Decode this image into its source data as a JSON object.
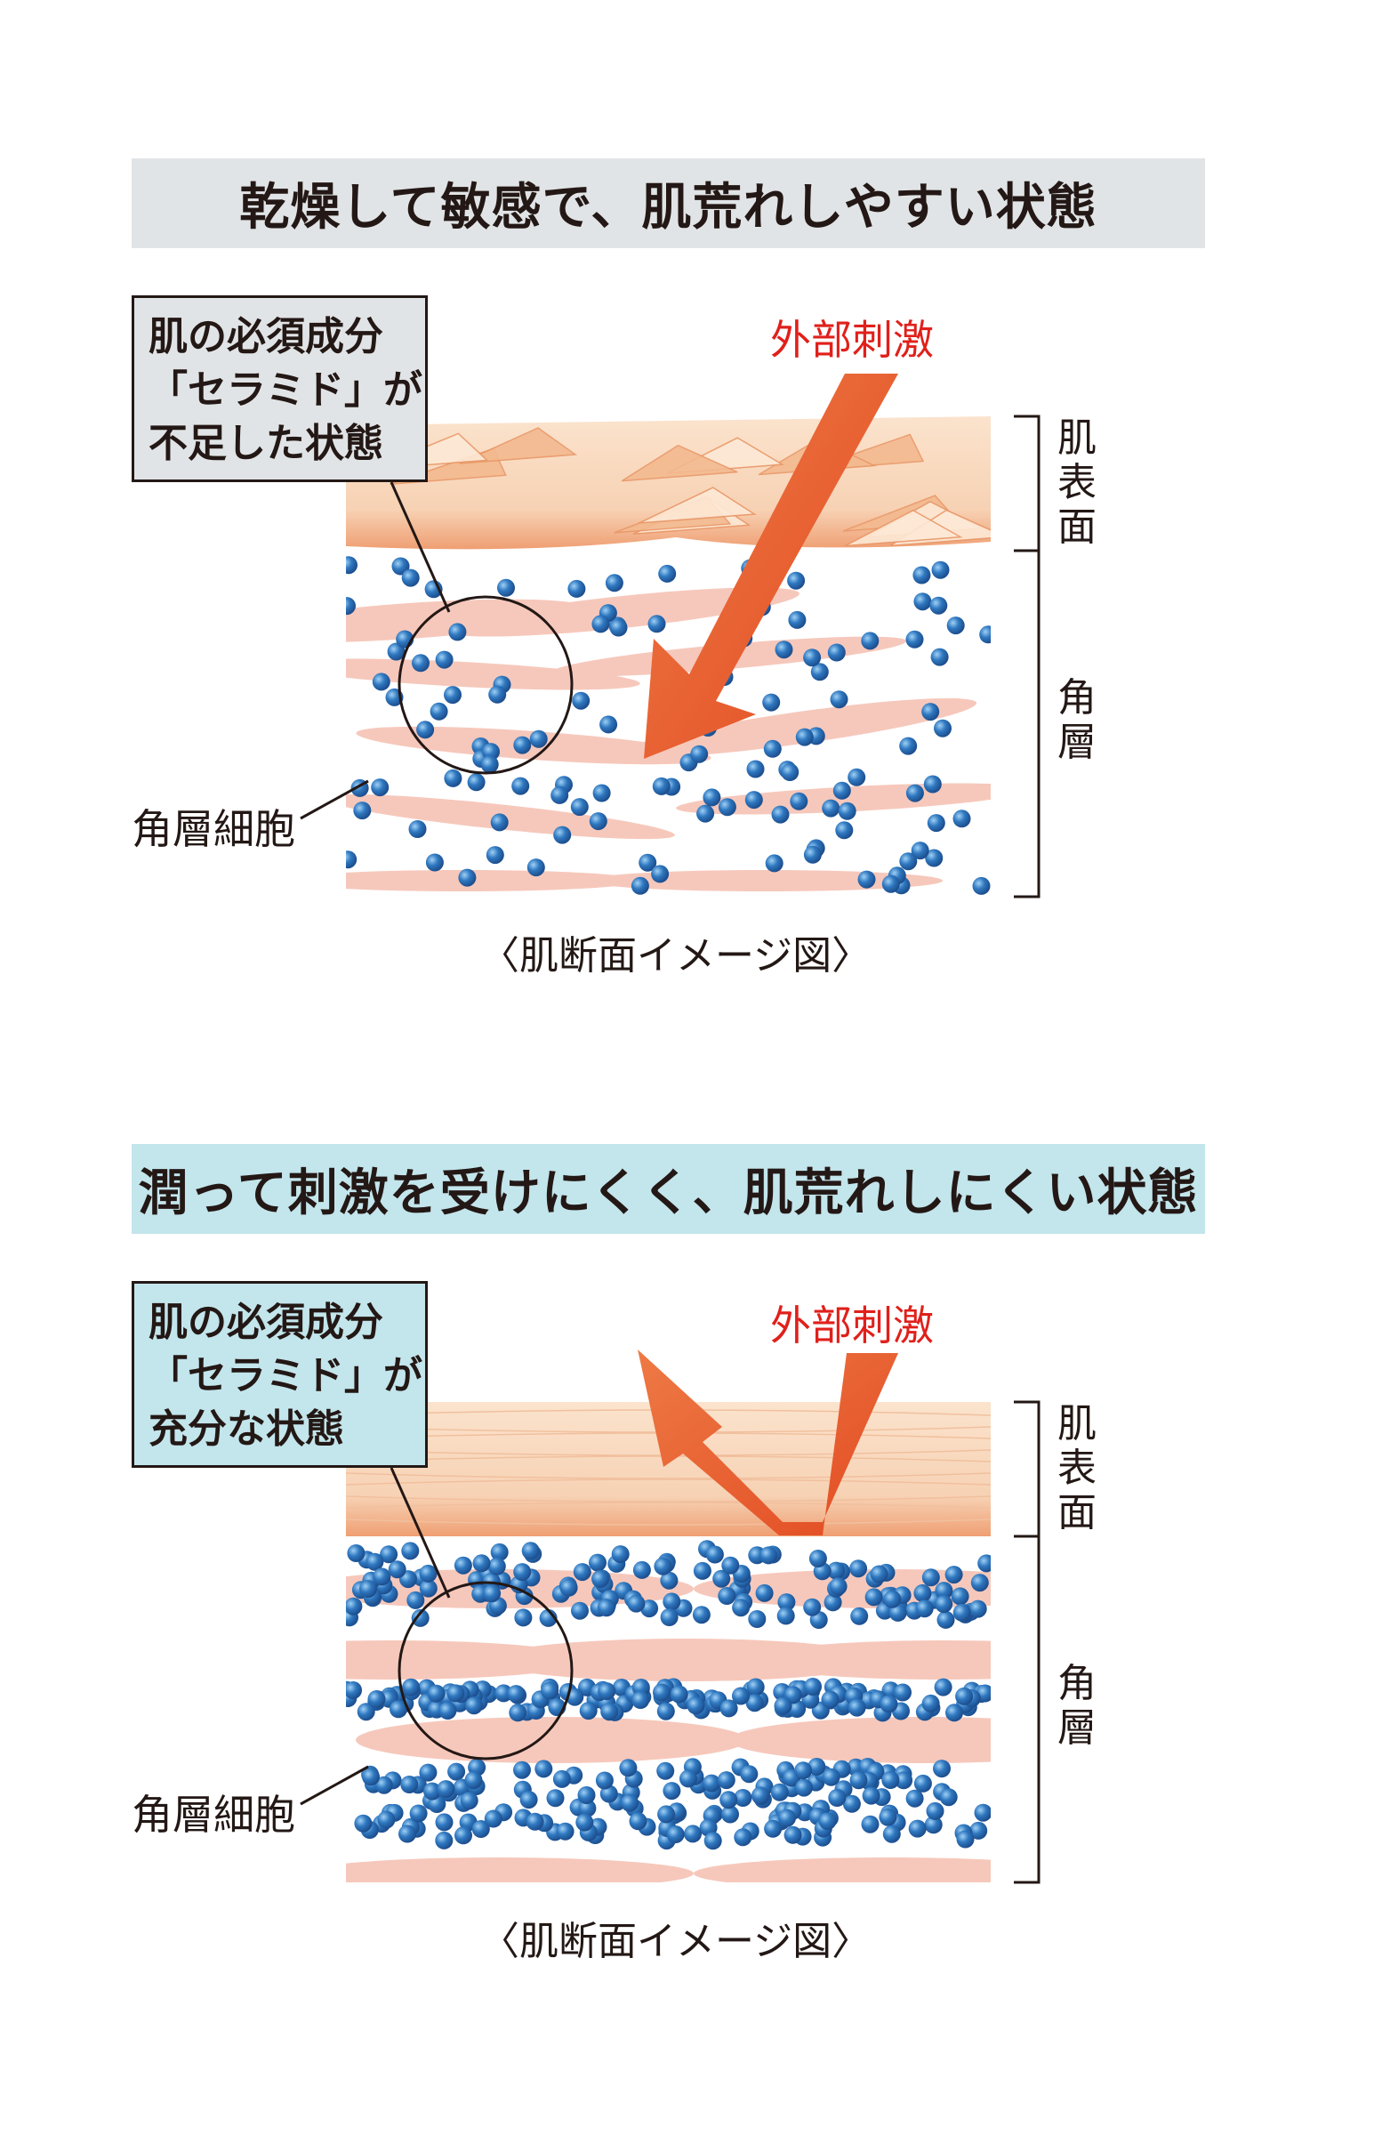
{
  "panels": [
    {
      "title": "乾燥して敏感で、肌荒れしやすい状態",
      "callout_lines": [
        "肌の必須成分",
        "「セラミド」が",
        "不足した状態"
      ],
      "stimulus_label": "外部刺激",
      "surface_label": "肌表面",
      "stratum_label": "角層",
      "cell_label": "角層細胞",
      "caption": "〈肌断面イメージ図〉",
      "theme_color": "#e1e4e6",
      "ceramide_level": "low"
    },
    {
      "title": "潤って刺激を受けにくく、肌荒れしにくい状態",
      "callout_lines": [
        "肌の必須成分",
        "「セラミド」が",
        "充分な状態"
      ],
      "stimulus_label": "外部刺激",
      "surface_label": "肌表面",
      "stratum_label": "角層",
      "cell_label": "角層細胞",
      "caption": "〈肌断面イメージ図〉",
      "theme_color": "#c3e5ec",
      "ceramide_level": "high"
    }
  ],
  "colors": {
    "stimulus_text": "#e0201b",
    "arrow": "#e8542a",
    "ceramide": "#2f78c0",
    "cell": "#f6c8bb",
    "surface": "#f7d2b4"
  }
}
